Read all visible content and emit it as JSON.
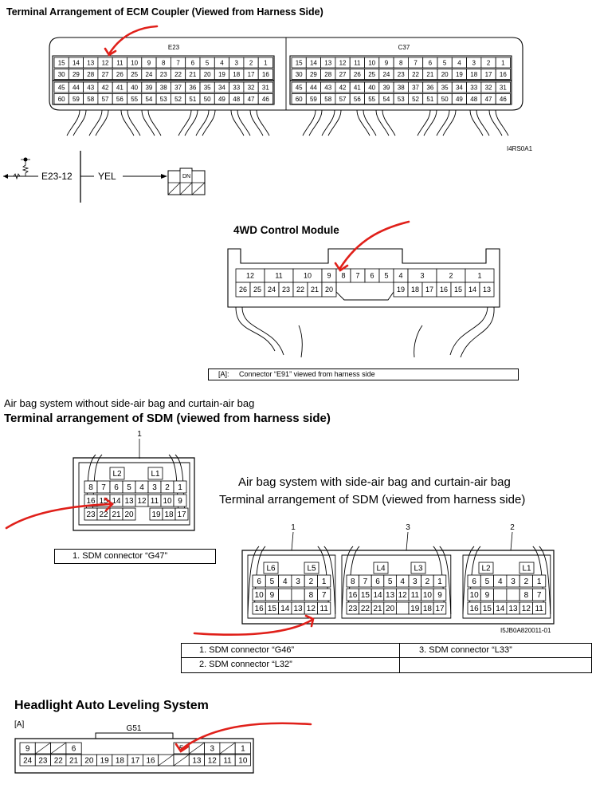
{
  "sections": {
    "ecm": {
      "title": "Terminal Arrangement of ECM Coupler (Viewed from Harness Side)",
      "coupler_left_label": "E23",
      "coupler_right_label": "C37",
      "rows": [
        [
          "15",
          "14",
          "13",
          "12",
          "11",
          "10",
          "9",
          "8",
          "7",
          "6",
          "5",
          "4",
          "3",
          "2",
          "1"
        ],
        [
          "30",
          "29",
          "28",
          "27",
          "26",
          "25",
          "24",
          "23",
          "22",
          "21",
          "20",
          "19",
          "18",
          "17",
          "16"
        ],
        [
          "45",
          "44",
          "43",
          "42",
          "41",
          "40",
          "39",
          "38",
          "37",
          "36",
          "35",
          "34",
          "33",
          "32",
          "31"
        ],
        [
          "60",
          "59",
          "58",
          "57",
          "56",
          "55",
          "54",
          "53",
          "52",
          "51",
          "50",
          "49",
          "48",
          "47",
          "46"
        ]
      ],
      "figure_code": "I4RS0A1",
      "wire_terminal": "E23-12",
      "wire_color": "YEL",
      "connector_tag": "DN"
    },
    "fourwd": {
      "title": "4WD Control Module",
      "top_row": [
        "12",
        "11",
        "10",
        "9",
        "8",
        "7",
        "6",
        "5",
        "4",
        "3",
        "2",
        "1"
      ],
      "bottom_left": [
        "26",
        "25",
        "24",
        "23",
        "22",
        "21",
        "20"
      ],
      "bottom_right": [
        "19",
        "18",
        "17",
        "16",
        "15",
        "14",
        "13"
      ],
      "caption_tag": "[A]:",
      "caption_text": "Connector “E91” viewed from harness side"
    },
    "sdm1": {
      "heading1": "Air bag system without side-air bag and curtain-air bag",
      "heading2": "Terminal arrangement of SDM (viewed from harness side)",
      "callout": "1",
      "lock_labels": [
        "L2",
        "L1"
      ],
      "row1": [
        "8",
        "7",
        "6",
        "5",
        "4",
        "3",
        "2",
        "1"
      ],
      "row2": [
        "16",
        "15",
        "14",
        "13",
        "12",
        "11",
        "10",
        "9"
      ],
      "row3": [
        "23",
        "22",
        "21",
        "20",
        "19",
        "18",
        "17"
      ],
      "legend": "1.   SDM connector “G47”"
    },
    "sdm2": {
      "heading1": "Air bag system with side-air bag and curtain-air bag",
      "heading2": "Terminal arrangement of SDM (viewed from harness side)",
      "callouts": [
        "1",
        "3",
        "2"
      ],
      "left": {
        "locks": [
          "L6",
          "L5"
        ],
        "row1": [
          "6",
          "5",
          "4",
          "3",
          "2",
          "1"
        ],
        "row2": [
          "10",
          "9",
          "8",
          "7"
        ],
        "row3": [
          "16",
          "15",
          "14",
          "13",
          "12",
          "11"
        ]
      },
      "middle": {
        "locks": [
          "L4",
          "L3"
        ],
        "row1": [
          "8",
          "7",
          "6",
          "5",
          "4",
          "3",
          "2",
          "1"
        ],
        "row2": [
          "16",
          "15",
          "14",
          "13",
          "12",
          "11",
          "10",
          "9"
        ],
        "row3": [
          "23",
          "22",
          "21",
          "20",
          "19",
          "18",
          "17"
        ]
      },
      "right": {
        "locks": [
          "L2",
          "L1"
        ],
        "row1": [
          "6",
          "5",
          "4",
          "3",
          "2",
          "1"
        ],
        "row2": [
          "10",
          "9",
          "8",
          "7"
        ],
        "row3": [
          "16",
          "15",
          "14",
          "13",
          "12",
          "11"
        ]
      },
      "figure_code": "I5JB0A820011-01",
      "legend": [
        "1.   SDM connector “G46”",
        "3.   SDM connector “L33”",
        "2.   SDM connector “L32”"
      ]
    },
    "headlight": {
      "title": "Headlight Auto Leveling System",
      "tag": "[A]",
      "connector": "G51",
      "top_row": [
        "9",
        "",
        "",
        "6",
        "",
        "",
        "",
        "",
        "",
        "",
        "5",
        "",
        "3",
        "",
        "1"
      ],
      "bottom_row": [
        "24",
        "23",
        "22",
        "21",
        "20",
        "19",
        "18",
        "17",
        "16",
        "",
        "",
        "13",
        "12",
        "11",
        "10"
      ]
    }
  },
  "colors": {
    "marker": "#e0201a",
    "ink": "#000000"
  }
}
